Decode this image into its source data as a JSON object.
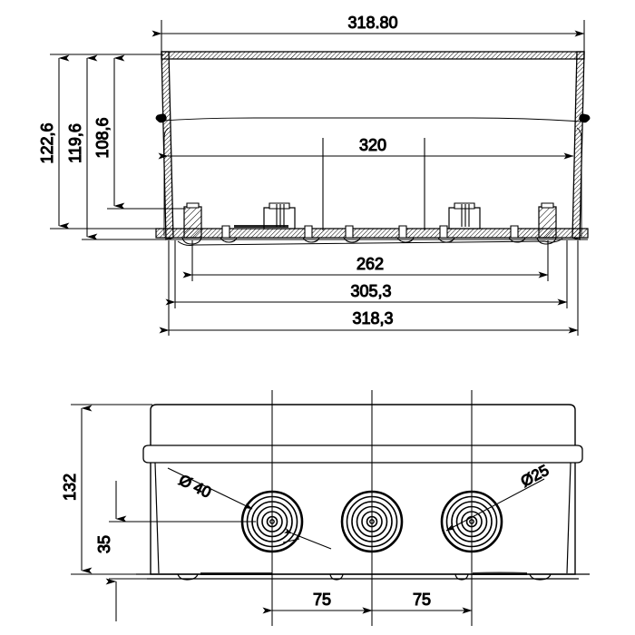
{
  "drawing": {
    "title": "Junction box technical drawing",
    "units": "mm",
    "line_color": "#000000",
    "background": "#ffffff"
  },
  "views": {
    "top": {
      "name": "section-view",
      "dimensions": {
        "overall_outer_width": "318.80",
        "inner_width": "320",
        "base_inner_width": "262",
        "base_mid_width": "305,3",
        "base_outer_width": "318,3",
        "total_height": "122,6",
        "body_height": "119,6",
        "inner_height": "108,6"
      }
    },
    "bottom": {
      "name": "front-view",
      "dimensions": {
        "overall_height": "132",
        "knockout_center_height": "35",
        "knockout_spacing_left": "75",
        "knockout_spacing_right": "75",
        "knockout_large_diameter": "Ø 40",
        "knockout_small_diameter": "Ø25"
      }
    }
  },
  "labels": {
    "d318_80": "318.80",
    "d320": "320",
    "d262": "262",
    "d305_3": "305,3",
    "d318_3": "318,3",
    "d122_6": "122,6",
    "d119_6": "119,6",
    "d108_6": "108,6",
    "d132": "132",
    "d35": "35",
    "d75_left": "75",
    "d75_right": "75",
    "dia40": "Ø 40",
    "dia25": "Ø25"
  }
}
